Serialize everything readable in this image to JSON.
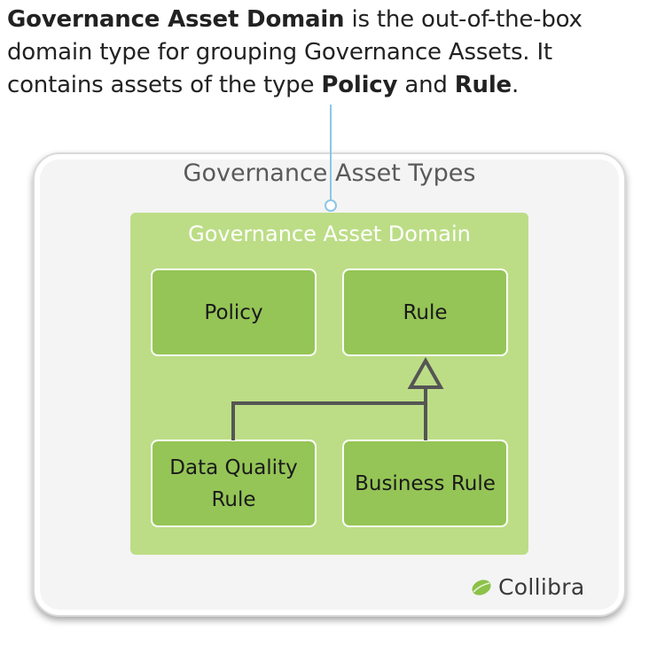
{
  "intro": {
    "segments": [
      {
        "text": "Governance Asset Domain",
        "bold": true
      },
      {
        "text": " is the out-of-the-box domain type for grouping Governance Assets. It contains assets of the type ",
        "bold": false
      },
      {
        "text": "Policy",
        "bold": true
      },
      {
        "text": " and ",
        "bold": false
      },
      {
        "text": "Rule",
        "bold": true
      },
      {
        "text": ".",
        "bold": false
      }
    ]
  },
  "diagram": {
    "outer_title": "Governance Asset Types",
    "domain_title": "Governance Asset Domain",
    "assets": {
      "policy": "Policy",
      "rule": "Rule",
      "data_quality_rule_line1": "Data Quality",
      "data_quality_rule_line2": "Rule",
      "business_rule": "Business Rule"
    }
  },
  "brand": {
    "name": "Collibra",
    "logo_icon": "collibra-leaf-icon"
  },
  "colors": {
    "domain_fill": "#bcdd86",
    "asset_fill": "#95c556",
    "connector": "#8cc6e6",
    "inheritance_line": "#555555"
  }
}
